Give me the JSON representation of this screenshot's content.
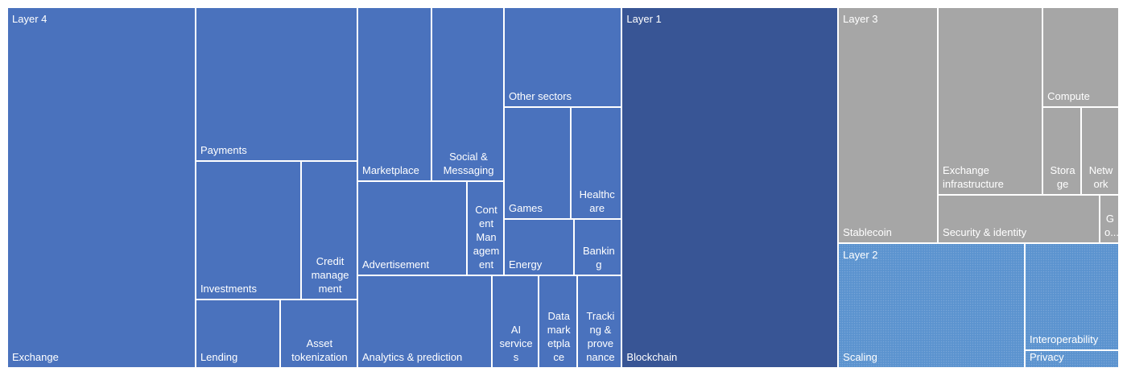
{
  "chart_data": {
    "type": "treemap",
    "colors": {
      "Layer 4": "#4a72bd",
      "Layer 1": "#385595",
      "Layer 3": "#a6a6a6",
      "Layer 2": "#5b93cf"
    },
    "groups": [
      {
        "name": "Layer 4",
        "children": [
          {
            "label": "Exchange",
            "value": 102
          },
          {
            "label": "Payments",
            "value": 38
          },
          {
            "label": "Investments",
            "value": 21
          },
          {
            "label": "Credit\nmanage\nment",
            "value": 9.5
          },
          {
            "label": "Lending",
            "value": 8
          },
          {
            "label": "Asset\ntokenization",
            "value": 7.5
          },
          {
            "label": "Marketplace",
            "value": 21
          },
          {
            "label": "Social &\nMessaging",
            "value": 20
          },
          {
            "label": "Advertisement",
            "value": 22
          },
          {
            "label": "Cont\nent\nMan\nagem\nent",
            "value": 6
          },
          {
            "label": "Analytics & prediction",
            "value": 19
          },
          {
            "label": "AI\nservice\ns",
            "value": 6
          },
          {
            "label": "Data\nmark\netpla\nce",
            "value": 5
          },
          {
            "label": "Tracki\nng &\nprove\nnance",
            "value": 5
          },
          {
            "label": "Other sectors",
            "value": 15
          },
          {
            "label": "Games",
            "value": 9.5
          },
          {
            "label": "Healthc\nare",
            "value": 6.5
          },
          {
            "label": "Energy",
            "value": 5.5
          },
          {
            "label": "Bankin\ng",
            "value": 3.5
          }
        ]
      },
      {
        "name": "Layer 1",
        "children": [
          {
            "label": "Blockchain",
            "value": 116
          }
        ]
      },
      {
        "name": "Layer 3",
        "children": [
          {
            "label": "Stablecoin",
            "value": 36
          },
          {
            "label": "Exchange\ninfrastructure",
            "value": 28
          },
          {
            "label": "Compute",
            "value": 12
          },
          {
            "label": "Stora\nge",
            "value": 5
          },
          {
            "label": "Netw\nork",
            "value": 5.5
          },
          {
            "label": "Security & identity",
            "value": 11
          },
          {
            "label": "G\no...",
            "value": 1.5
          }
        ]
      },
      {
        "name": "Layer 2",
        "children": [
          {
            "label": "Scaling",
            "value": 35
          },
          {
            "label": "Interoperability",
            "value": 13
          },
          {
            "label": "Privacy",
            "value": 2
          }
        ]
      }
    ]
  }
}
